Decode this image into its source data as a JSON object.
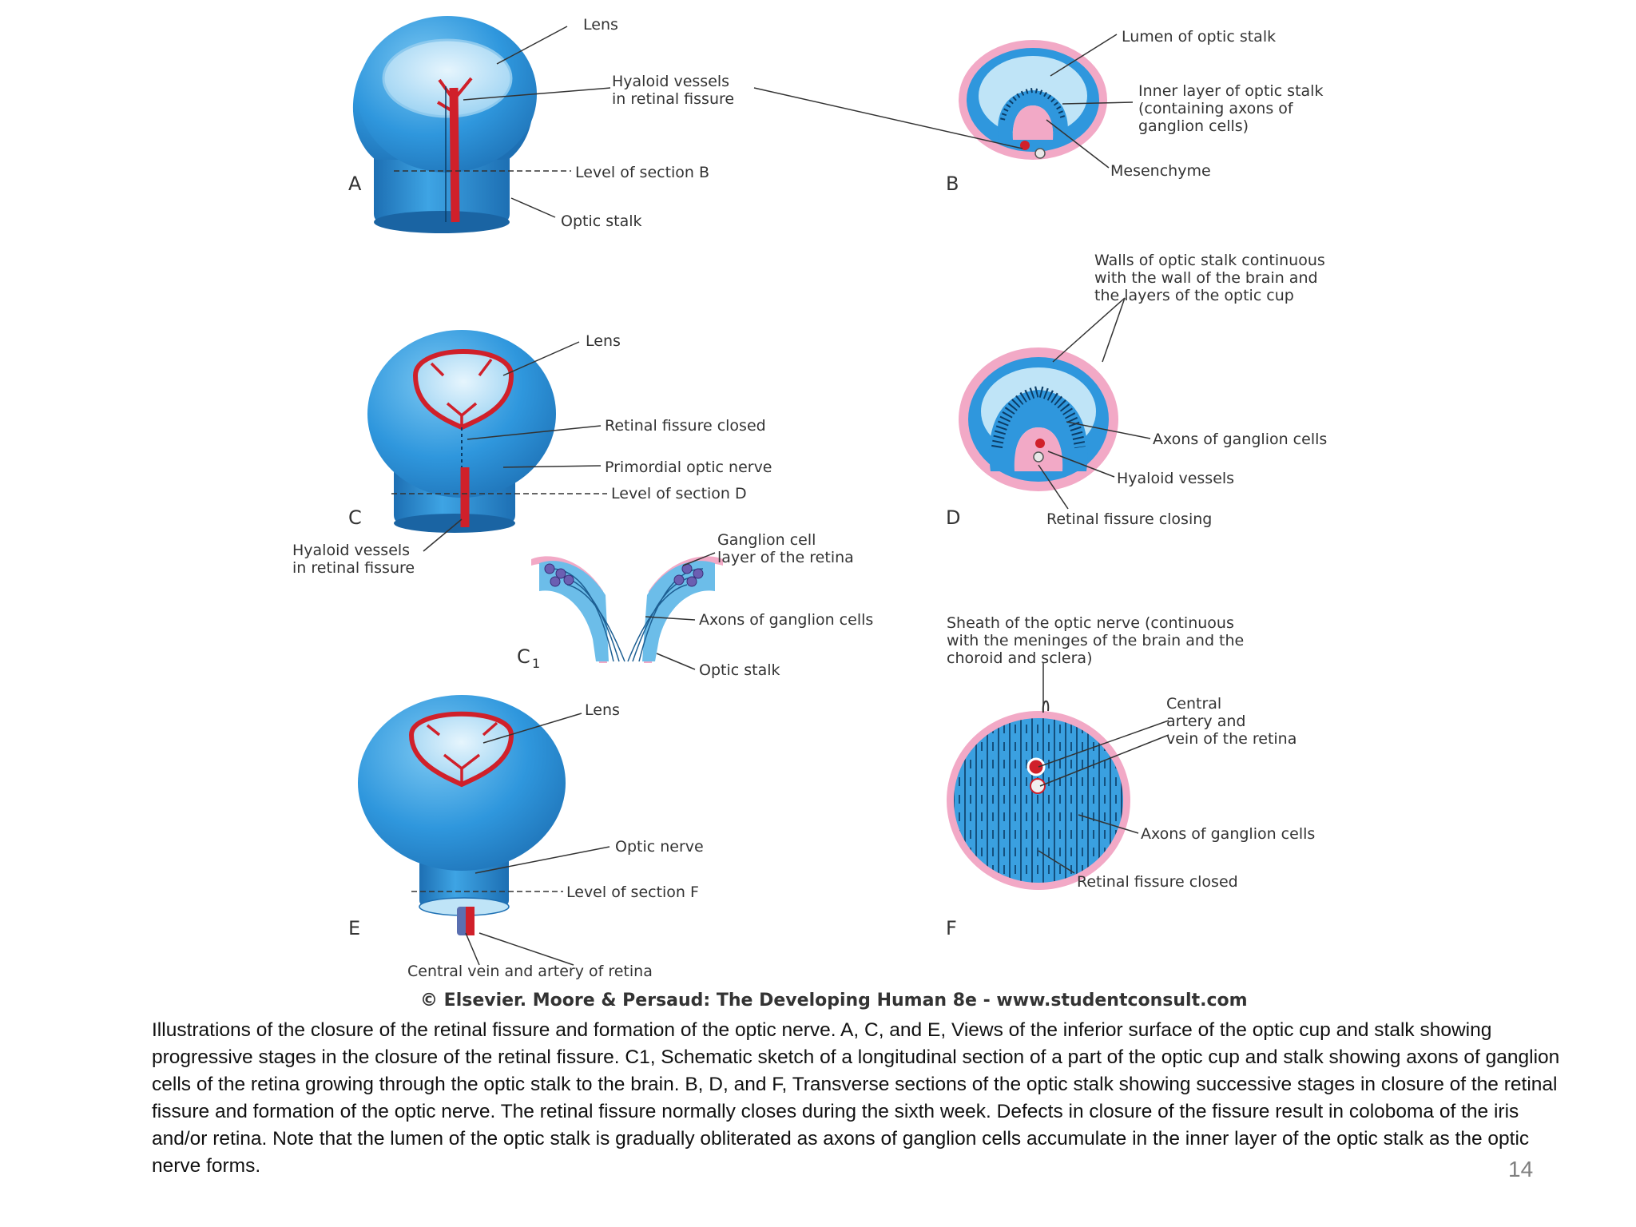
{
  "panels": {
    "A": {
      "letter": "A",
      "lens": "Lens",
      "hyaloid_1": "Hyaloid vessels",
      "hyaloid_2": "in retinal fissure",
      "level": "Level of section B",
      "optic_stalk": "Optic stalk"
    },
    "B": {
      "letter": "B",
      "lumen": "Lumen of optic stalk",
      "inner_1": "Inner layer of optic stalk",
      "inner_2": "(containing axons of",
      "inner_3": "ganglion cells)",
      "mesenchyme": "Mesenchyme"
    },
    "C": {
      "letter": "C",
      "lens": "Lens",
      "fissure_closed": "Retinal fissure closed",
      "primordial": "Primordial optic nerve",
      "level": "Level of section D",
      "hyaloid_1": "Hyaloid vessels",
      "hyaloid_2": "in retinal fissure"
    },
    "D": {
      "letter": "D",
      "walls_1": "Walls of optic stalk continuous",
      "walls_2": "with the wall of the brain and",
      "walls_3": "the layers of the optic cup",
      "axons": "Axons of ganglion cells",
      "hyaloid": "Hyaloid vessels",
      "closing": "Retinal fissure closing"
    },
    "C1": {
      "letter": "C",
      "subscript": "1",
      "ganglion_1": "Ganglion cell",
      "ganglion_2": "layer of the retina",
      "axons": "Axons of ganglion cells",
      "optic_stalk": "Optic stalk"
    },
    "E": {
      "letter": "E",
      "lens": "Lens",
      "optic_nerve": "Optic nerve",
      "level": "Level of section F",
      "central": "Central vein and artery of retina"
    },
    "F": {
      "letter": "F",
      "sheath_1": "Sheath of the optic nerve (continuous",
      "sheath_2": "with the meninges of the brain and the",
      "sheath_3": "choroid and sclera)",
      "central_1": "Central",
      "central_2": "artery and",
      "central_3": "vein of the retina",
      "axons": "Axons of ganglion cells",
      "fissure_closed": "Retinal fissure closed"
    }
  },
  "credit": "© Elsevier. Moore & Persaud: The Developing Human 8e - www.studentconsult.com",
  "caption": "Illustrations of the closure of the retinal fissure and formation of the optic nerve. A, C, and E, Views of the inferior surface of the optic cup and stalk showing progressive stages in the closure of the retinal fissure. C1, Schematic sketch of a longitudinal section of a part of the optic cup and stalk showing axons of ganglion cells of the retina growing through the optic stalk to the brain. B, D, and F, Transverse sections of the optic stalk showing successive stages in closure of the retinal fissure and formation of the optic nerve. The retinal fissure normally closes during the sixth week. Defects in closure of the fissure result in coloboma of the iris and/or retina. Note that the lumen of the optic stalk is gradually obliterated as axons of ganglion cells accumulate in the inner layer of the optic stalk as the optic nerve forms.",
  "page_number": "14",
  "colors": {
    "tissue_blue": "#2f97dd",
    "light_blue": "#bfe4f7",
    "vessel_red": "#d0202a",
    "mesenchyme_pink": "#f2a9c6"
  }
}
